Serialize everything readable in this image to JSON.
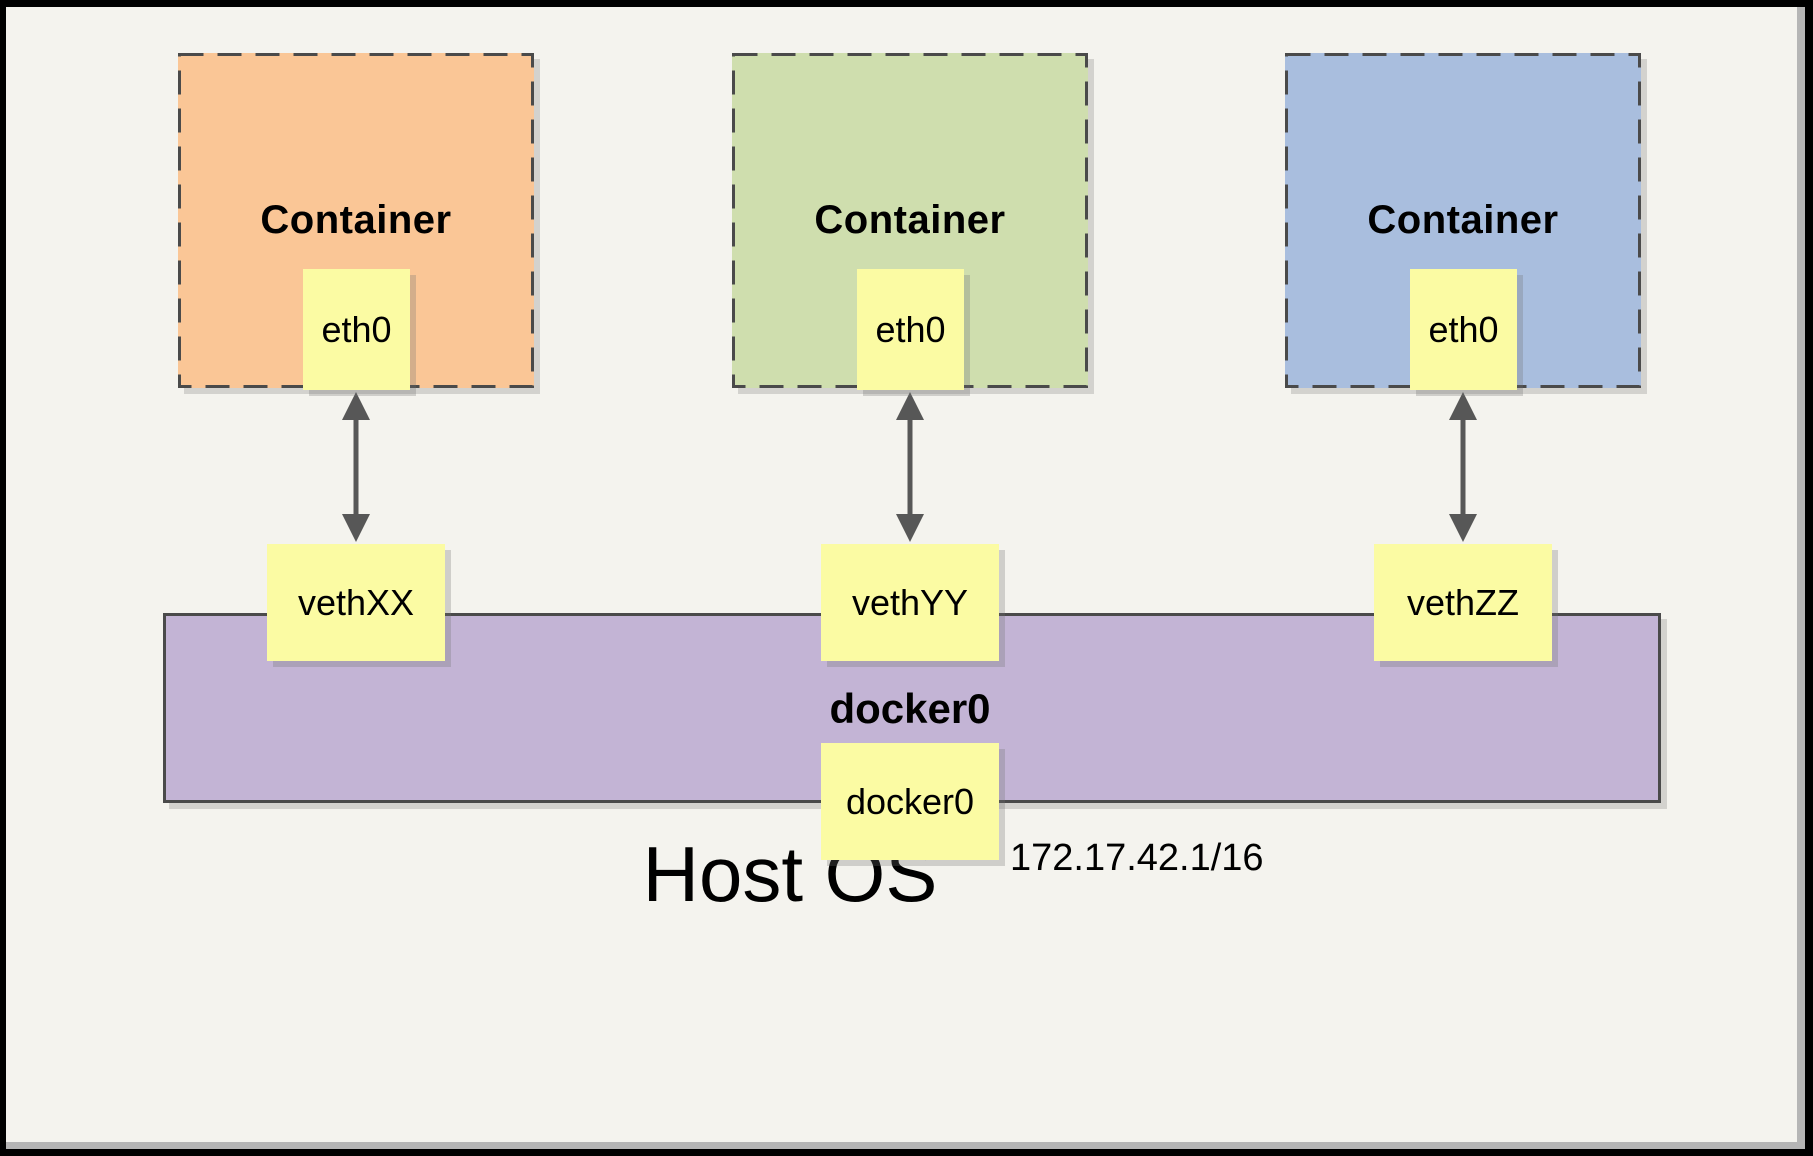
{
  "diagram": {
    "host_os_label": "Host OS",
    "containers": [
      {
        "label": "Container",
        "interface_label": "eth0",
        "veth_label": "vethXX",
        "fill": "#FAC696"
      },
      {
        "label": "Container",
        "interface_label": "eth0",
        "veth_label": "vethYY",
        "fill": "#CFDEAE"
      },
      {
        "label": "Container",
        "interface_label": "eth0",
        "veth_label": "vethZZ",
        "fill": "#A9BEDE"
      }
    ],
    "bridge": {
      "label": "docker0",
      "interface_label": "docker0",
      "ip": "172.17.42.1/16",
      "fill": "#C3B4D5"
    },
    "colors": {
      "canvas_background": "#F4F3EE",
      "note_yellow": "#FBFBA3",
      "dashed_border": "#4A4A4A",
      "arrow_gray": "#575757",
      "frame_outer": "#000000",
      "frame_inner_bevel": "#B5B5B5"
    }
  }
}
